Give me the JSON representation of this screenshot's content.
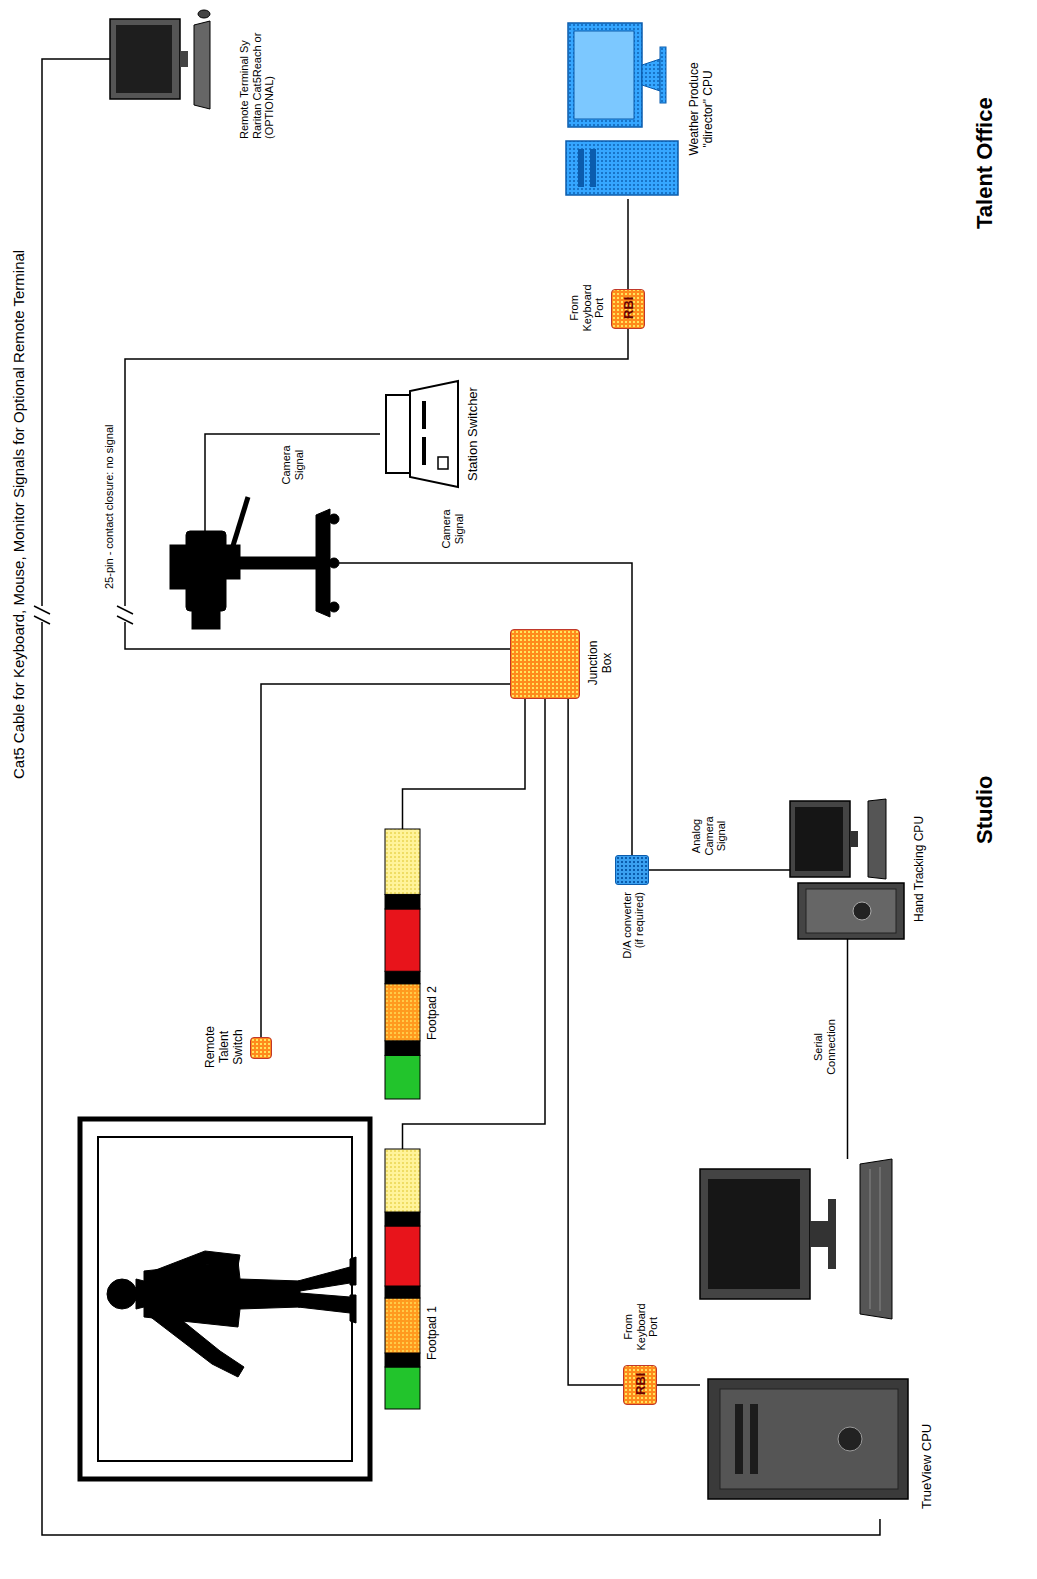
{
  "diagram": {
    "nodes": [
      {
        "text": [
          "Footpad 1"
        ]
      },
      {
        "text": [
          "Footpad 2"
        ]
      },
      {
        "text": [
          "Remote Talent Switch"
        ]
      },
      {
        "text": [
          "Junction Box"
        ]
      },
      {
        "text": [
          "RBI",
          "From Keyboard Port"
        ]
      },
      {
        "text": [
          "TrueView CPU"
        ]
      },
      {
        "text": [
          "D/A converter (if required)"
        ]
      },
      {
        "text": [
          "Hand Tracking CPU"
        ]
      },
      {
        "text": [
          "Station Switcher"
        ]
      },
      {
        "text": [
          "RBI",
          "From Keyboard Port"
        ]
      },
      {
        "text": [
          "Weather Produce \"director\" CPU"
        ]
      },
      {
        "text": [
          "Remote Terminal Sy Raritan Cat5Reach or (OPTIONAL)"
        ]
      }
    ],
    "edges": [
      {
        "from": 0,
        "to": 3,
        "arrow": "none"
      },
      {
        "from": 1,
        "to": 3,
        "arrow": "none"
      },
      {
        "from": 2,
        "to": 3,
        "arrow": "none"
      },
      {
        "from": 3,
        "to": 4,
        "arrow": "none"
      },
      {
        "from": 4,
        "to": 5,
        "arrow": "none"
      },
      {
        "from": 6,
        "to": 7,
        "label": "Analog Camera Signal",
        "arrow": "none"
      },
      {
        "from": 7,
        "to": 5,
        "label": "Serial Connection",
        "arrow": "none"
      },
      {
        "from": 3,
        "to": 9,
        "label": "25-pin - contact closure: no signal",
        "arrow": "none"
      },
      {
        "from": 9,
        "to": 10,
        "arrow": "none"
      },
      {
        "from": 5,
        "to": 11,
        "label": "Cat5 Cable for Keyboard, Mouse, Monitor Signals for Optional Remote Terminal",
        "arrow": "none"
      }
    ],
    "labels": [
      "Camera Signal",
      "Camera Signal",
      "Studio",
      "Talent Office"
    ]
  }
}
